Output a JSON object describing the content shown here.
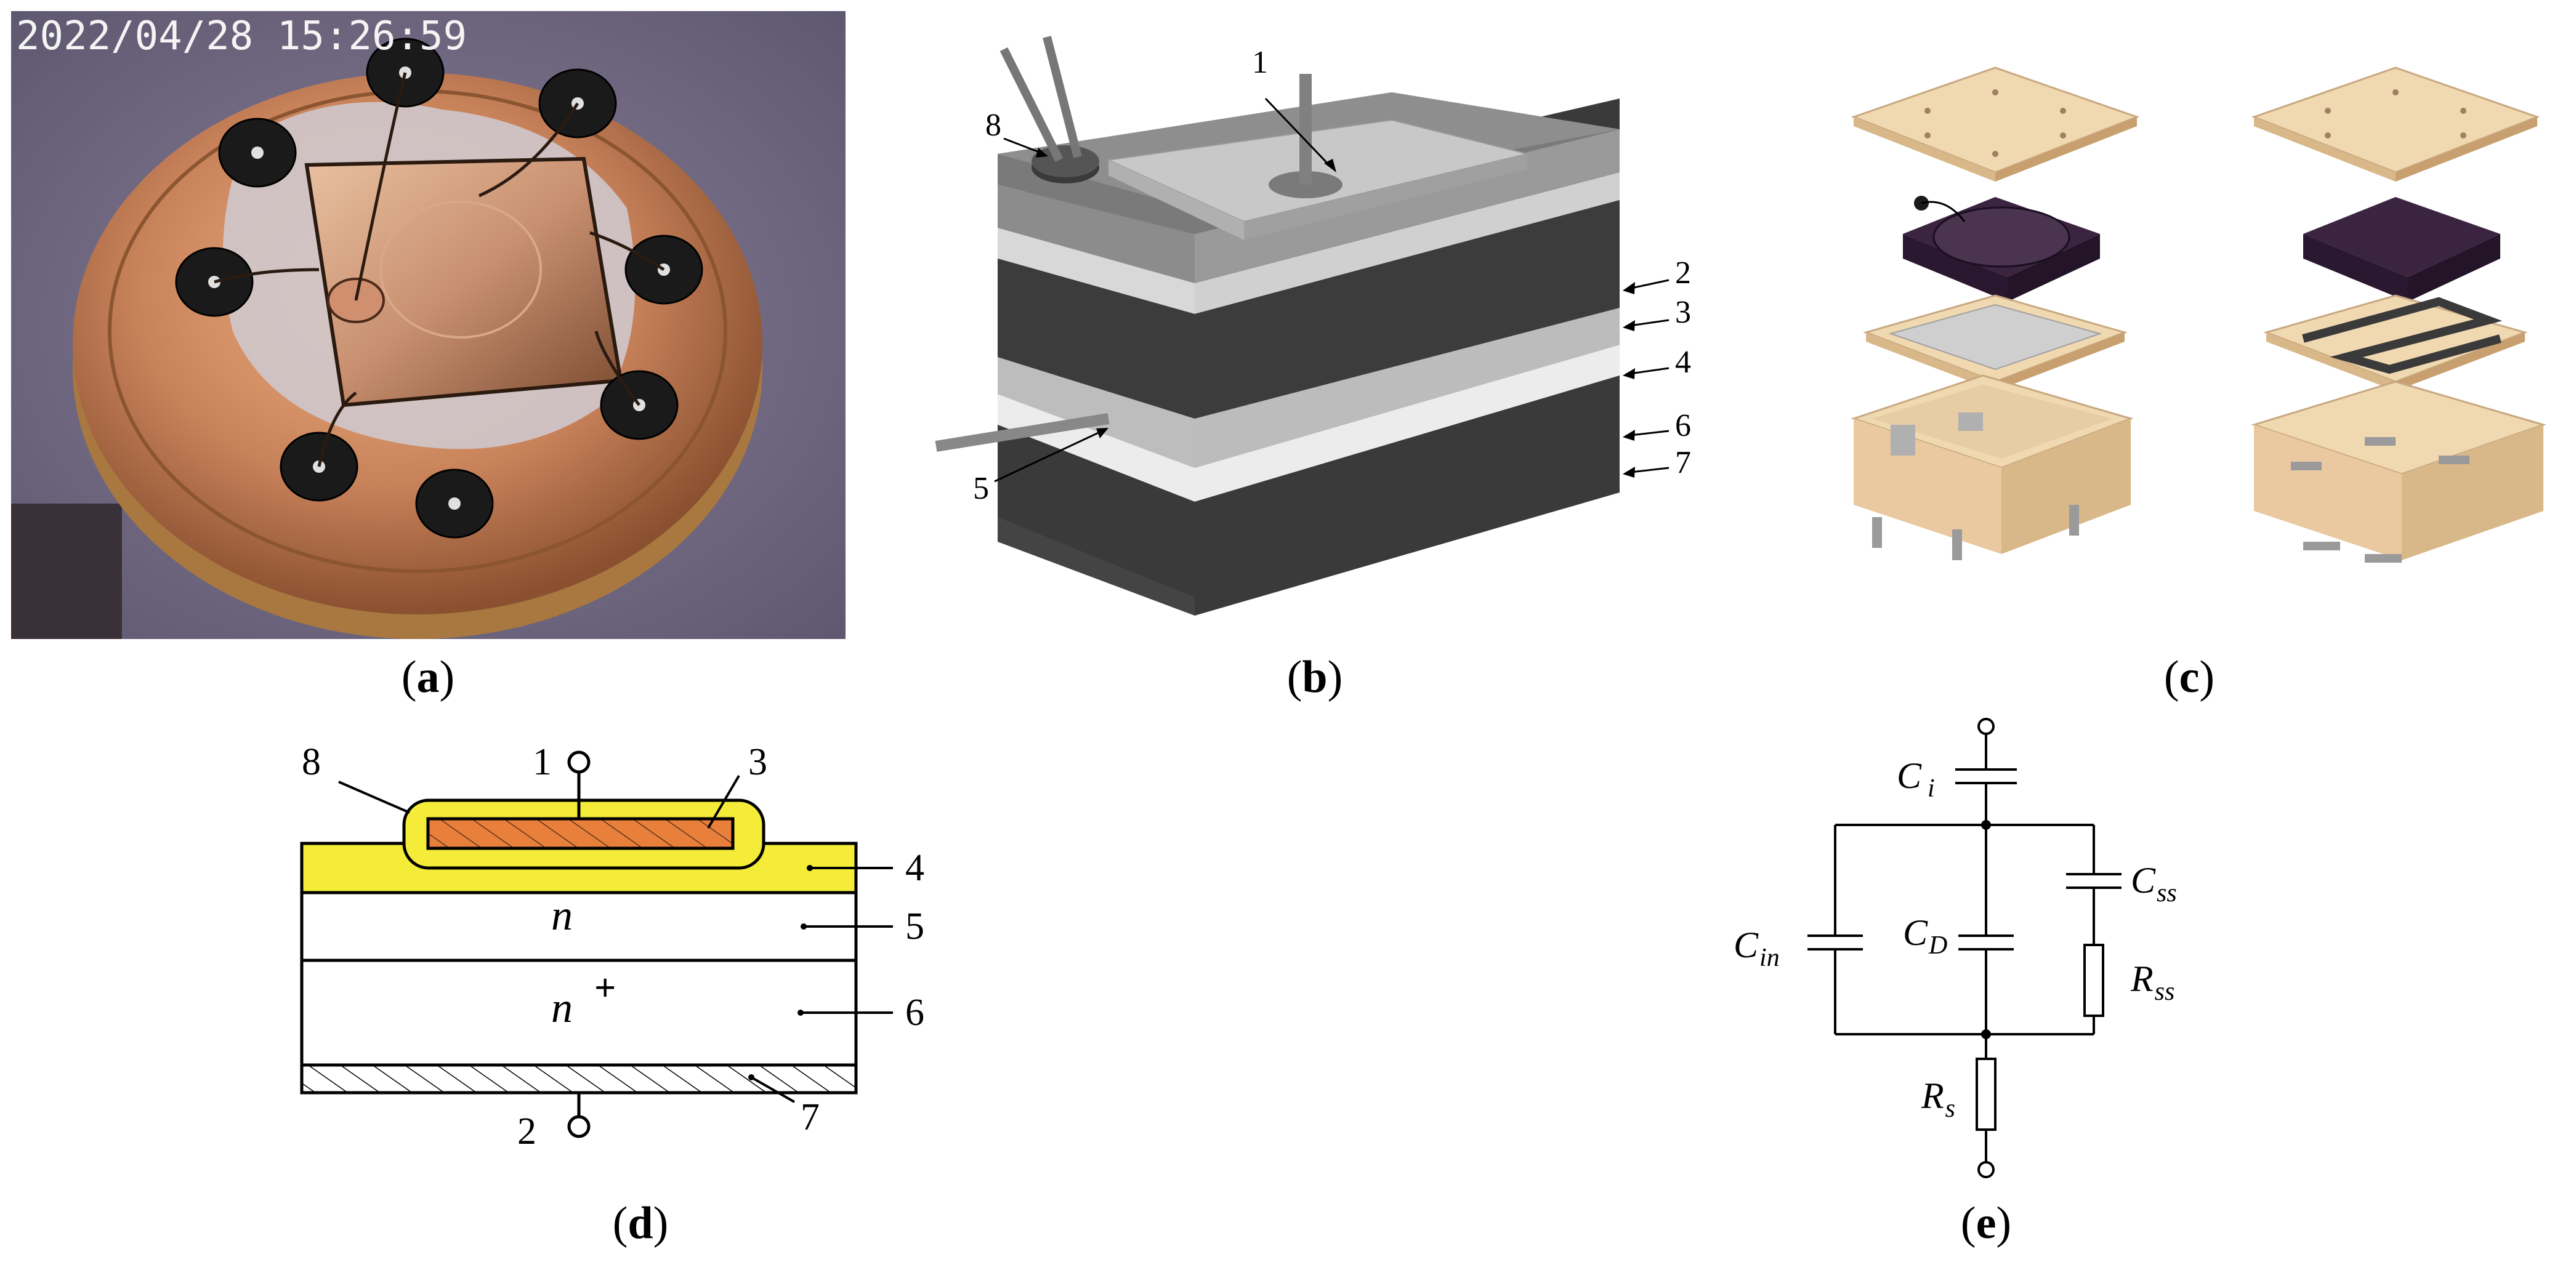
{
  "captions": {
    "a": "a",
    "b": "b",
    "c": "c",
    "d": "d",
    "e": "e"
  },
  "photo": {
    "timestamp": "2022/04/28 15:26:59"
  },
  "panel_b": {
    "labels": [
      "1",
      "2",
      "3",
      "4",
      "5",
      "6",
      "7",
      "8"
    ]
  },
  "panel_d": {
    "labels": [
      "1",
      "2",
      "3",
      "4",
      "5",
      "6",
      "7",
      "8"
    ],
    "region_n": "n",
    "region_nplus": "n",
    "region_nplus_sup": "+"
  },
  "panel_e": {
    "ci": {
      "main": "C",
      "sub": "i"
    },
    "cin": {
      "main": "C",
      "sub": "in"
    },
    "cd": {
      "main": "C",
      "sub": "D"
    },
    "css": {
      "main": "C",
      "sub": "ss"
    },
    "rss": {
      "main": "R",
      "sub": "ss"
    },
    "rs": {
      "main": "R",
      "sub": "s"
    }
  },
  "colors": {
    "copper": "#c8825a",
    "yellow": "#f4ec38",
    "orange": "#e8803c",
    "wood": "#f0d8b0",
    "purple": "#3a2440"
  }
}
